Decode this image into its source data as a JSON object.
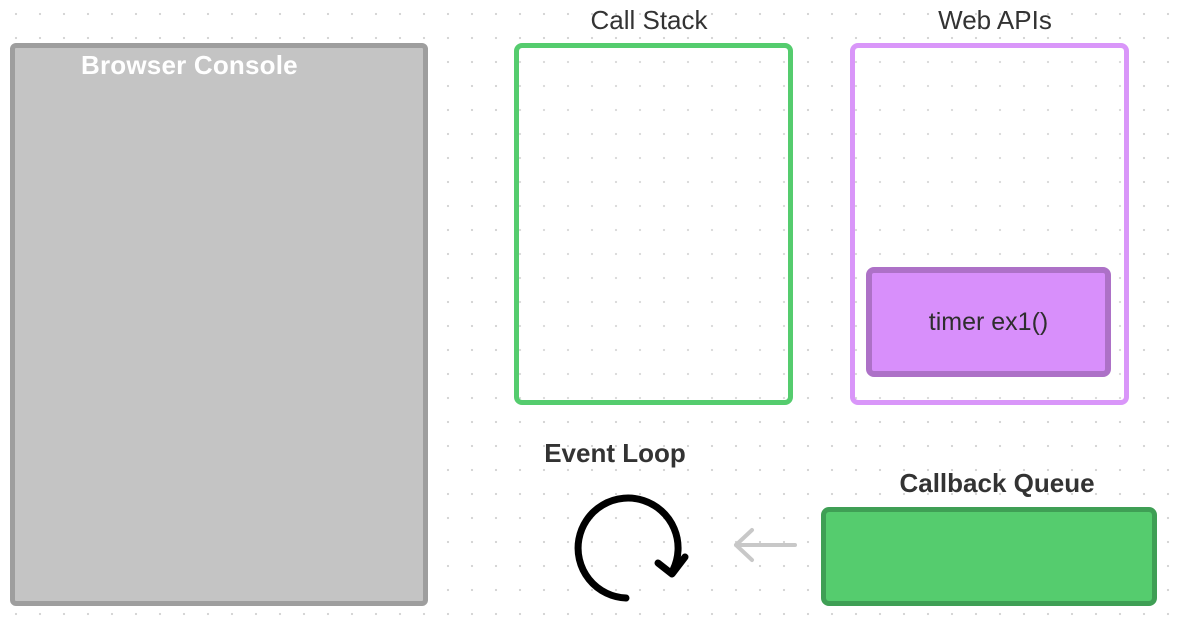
{
  "console": {
    "title": "Browser Console"
  },
  "call_stack": {
    "title": "Call Stack"
  },
  "web_apis": {
    "title": "Web APIs",
    "items": [
      {
        "label": "timer ex1()"
      }
    ]
  },
  "event_loop": {
    "title": "Event Loop",
    "icon": "loop-arrow-icon"
  },
  "callback_queue": {
    "title": "Callback Queue"
  },
  "arrow": {
    "icon": "arrow-left-icon"
  },
  "colors": {
    "console_fill": "#c4c4c4",
    "console_border": "#9e9e9e",
    "call_stack_border": "#55cc6e",
    "web_apis_border": "#d996f9",
    "timer_fill": "#d88ffb",
    "timer_border": "#ad71c7",
    "queue_fill": "#55cc6e",
    "queue_border": "#3f9f55"
  }
}
